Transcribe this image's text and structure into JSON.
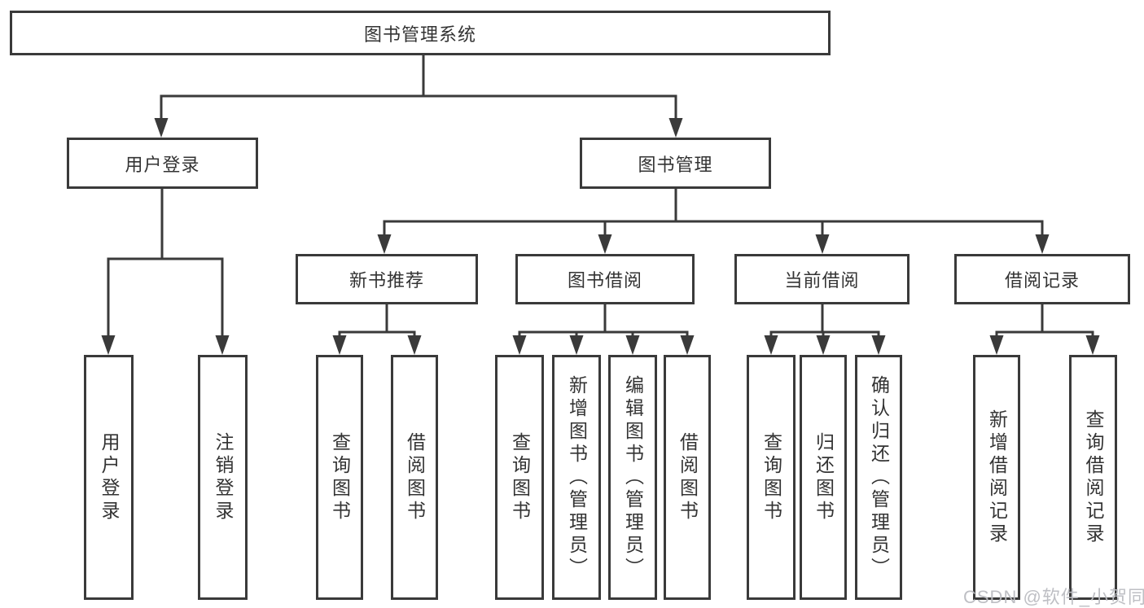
{
  "nodes": {
    "root": "图书管理系统",
    "level2": {
      "user_login": "用户登录",
      "book_management": "图书管理"
    },
    "level3": {
      "new_book_recommend": "新书推荐",
      "book_borrowing": "图书借阅",
      "current_borrowing": "当前借阅",
      "borrowing_records": "借阅记录"
    },
    "leaves": {
      "user_login_leaf": "用户登录",
      "logout": "注销登录",
      "nbr_query_books": "查询图书",
      "nbr_borrow_books": "借阅图书",
      "bb_query_books": "查询图书",
      "bb_add_books_admin": "新增图书（管理员）",
      "bb_edit_books_admin": "编辑图书（管理员）",
      "bb_borrow_books": "借阅图书",
      "cb_query_books": "查询图书",
      "cb_return_books": "归还图书",
      "cb_confirm_return_admin": "确认归还（管理员）",
      "br_add_record": "新增借阅记录",
      "br_query_record": "查询借阅记录"
    }
  },
  "watermark": "CSDN @软件_小贺同学",
  "colors": {
    "line": "#3a3a3a",
    "text": "#333333",
    "watermark": "#babcc1",
    "background": "#ffffff"
  }
}
